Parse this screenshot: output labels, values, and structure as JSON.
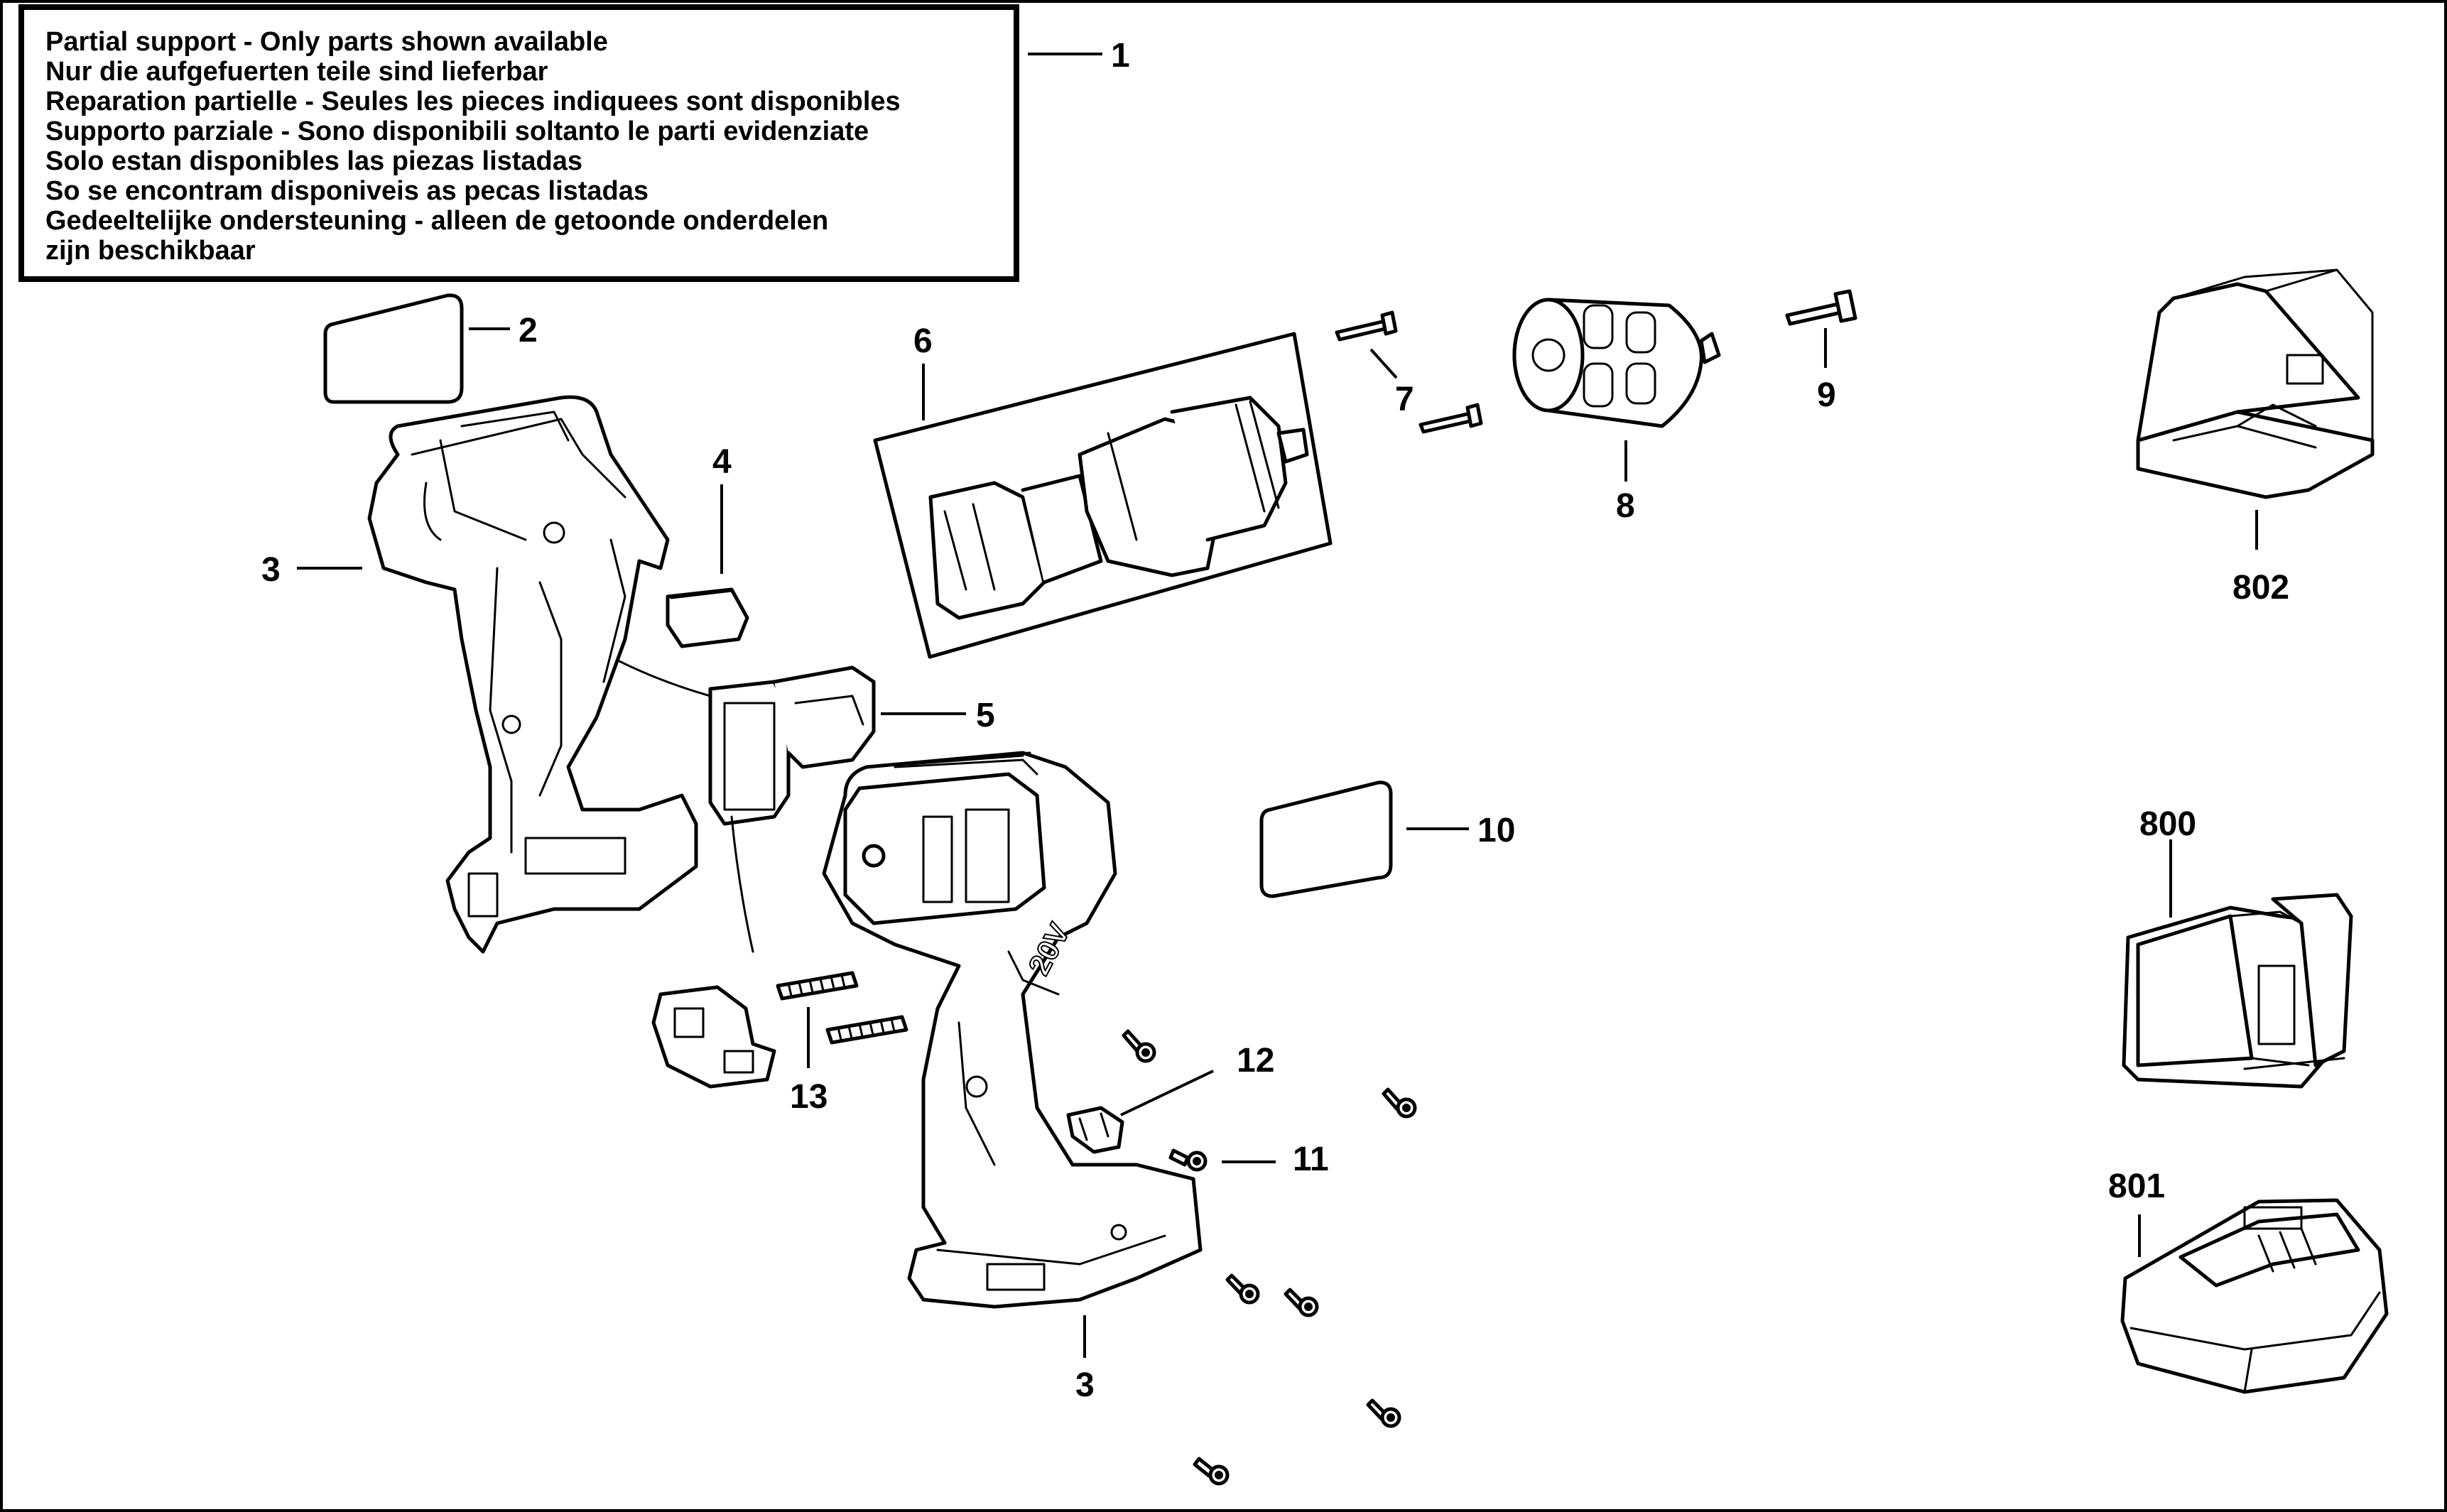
{
  "notice": {
    "lines": [
      "Partial support - Only parts shown available",
      "Nur die aufgefuerten teile sind lieferbar",
      "Reparation partielle - Seules les pieces indiquees sont disponibles",
      "Supporto parziale - Sono disponibili soltanto le parti evidenziate",
      "Solo estan disponibles las piezas listadas",
      "So se encontram disponiveis as pecas listadas",
      "Gedeeltelijke ondersteuning - alleen de getoonde onderdelen",
      "zijn beschikbaar"
    ]
  },
  "callouts": {
    "c1": "1",
    "c2": "2",
    "c3a": "3",
    "c3b": "3",
    "c4": "4",
    "c5": "5",
    "c6": "6",
    "c7": "7",
    "c8": "8",
    "c9": "9",
    "c10": "10",
    "c11": "11",
    "c12": "12",
    "c13": "13",
    "c800": "800",
    "c801": "801",
    "c802": "802"
  },
  "housing_marking": "20V"
}
